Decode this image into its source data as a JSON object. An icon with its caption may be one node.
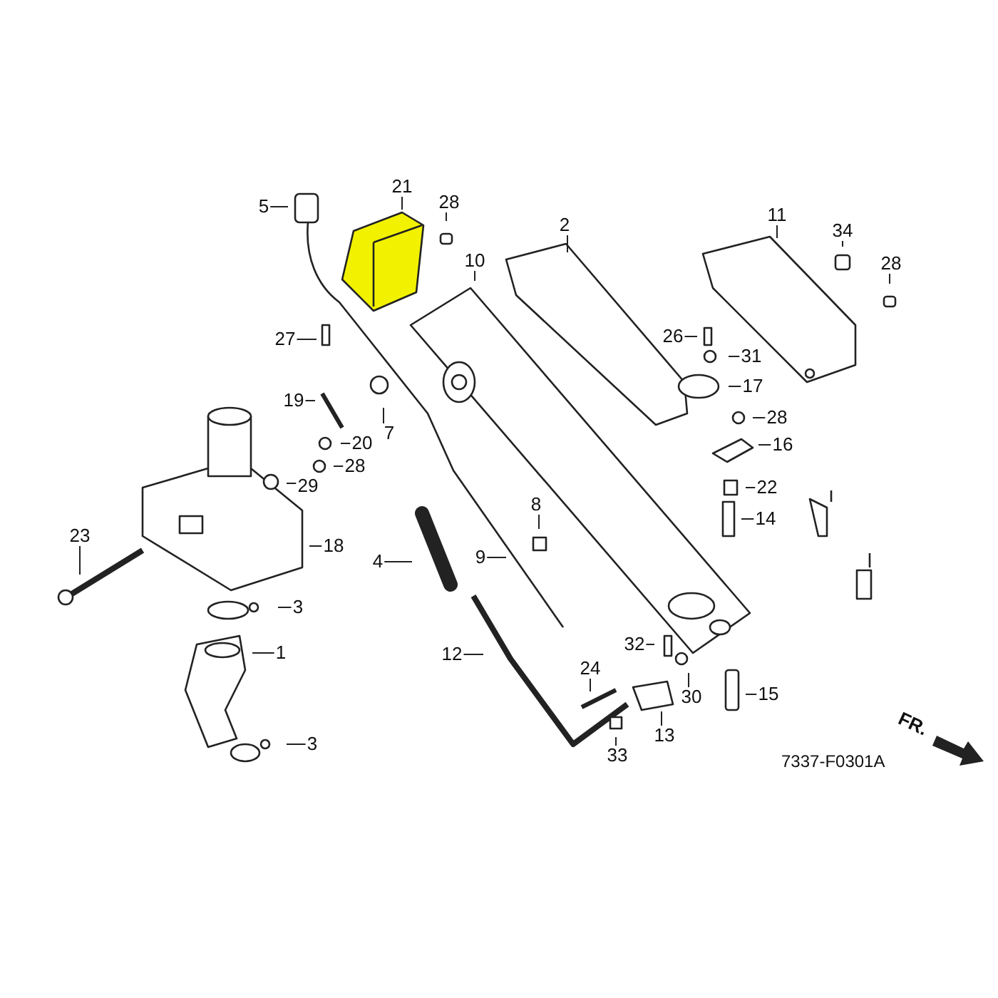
{
  "diagram": {
    "nodes": [
      {
        "text": [
          "21"
        ]
      },
      {
        "text": [
          "5"
        ]
      },
      {
        "text": [
          "28"
        ]
      },
      {
        "text": [
          "11"
        ]
      },
      {
        "text": [
          "2"
        ]
      },
      {
        "text": [
          "34"
        ]
      },
      {
        "text": [
          "10"
        ]
      },
      {
        "text": [
          "28"
        ]
      },
      {
        "text": [
          "27"
        ]
      },
      {
        "text": [
          "26"
        ]
      },
      {
        "text": [
          "31"
        ]
      },
      {
        "text": [
          "17"
        ]
      },
      {
        "text": [
          "19"
        ]
      },
      {
        "text": [
          "7"
        ]
      },
      {
        "text": [
          "28"
        ]
      },
      {
        "text": [
          "20"
        ]
      },
      {
        "text": [
          "16"
        ]
      },
      {
        "text": [
          "28"
        ]
      },
      {
        "text": [
          "29"
        ]
      },
      {
        "text": [
          "22"
        ]
      },
      {
        "text": [
          "8"
        ]
      },
      {
        "text": [
          "14"
        ]
      },
      {
        "text": [
          "23"
        ]
      },
      {
        "text": [
          "18"
        ]
      },
      {
        "text": [
          "9"
        ]
      },
      {
        "text": [
          "4"
        ]
      },
      {
        "text": [
          "3"
        ]
      },
      {
        "text": [
          "32"
        ]
      },
      {
        "text": [
          "1"
        ]
      },
      {
        "text": [
          "12"
        ]
      },
      {
        "text": [
          "24"
        ]
      },
      {
        "text": [
          "30"
        ]
      },
      {
        "text": [
          "15"
        ]
      },
      {
        "text": [
          "13"
        ]
      },
      {
        "text": [
          "3"
        ]
      },
      {
        "text": [
          "33"
        ]
      }
    ],
    "edges": [
      {
        "from": 0,
        "to": null,
        "arrow": "none"
      },
      {
        "from": 1,
        "to": null,
        "arrow": "none"
      },
      {
        "from": 2,
        "to": null,
        "arrow": "none"
      },
      {
        "from": 3,
        "to": null,
        "arrow": "none"
      },
      {
        "from": 4,
        "to": null,
        "arrow": "none"
      },
      {
        "from": 5,
        "to": null,
        "arrow": "none"
      },
      {
        "from": 6,
        "to": null,
        "arrow": "none"
      },
      {
        "from": 7,
        "to": null,
        "arrow": "none"
      },
      {
        "from": 8,
        "to": null,
        "arrow": "none"
      },
      {
        "from": 9,
        "to": null,
        "arrow": "none"
      },
      {
        "from": 10,
        "to": null,
        "arrow": "none"
      },
      {
        "from": 11,
        "to": null,
        "arrow": "none"
      },
      {
        "from": 12,
        "to": null,
        "arrow": "none"
      },
      {
        "from": 13,
        "to": null,
        "arrow": "none"
      },
      {
        "from": 14,
        "to": null,
        "arrow": "none"
      },
      {
        "from": 15,
        "to": null,
        "arrow": "none"
      },
      {
        "from": 16,
        "to": null,
        "arrow": "none"
      },
      {
        "from": 17,
        "to": null,
        "arrow": "none"
      },
      {
        "from": 18,
        "to": null,
        "arrow": "none"
      },
      {
        "from": 19,
        "to": null,
        "arrow": "none"
      },
      {
        "from": 20,
        "to": null,
        "arrow": "none"
      },
      {
        "from": 21,
        "to": null,
        "arrow": "none"
      },
      {
        "from": 22,
        "to": null,
        "arrow": "none"
      },
      {
        "from": 23,
        "to": null,
        "arrow": "none"
      },
      {
        "from": 24,
        "to": null,
        "arrow": "none"
      },
      {
        "from": 25,
        "to": null,
        "arrow": "none"
      },
      {
        "from": 26,
        "to": null,
        "arrow": "none"
      },
      {
        "from": 27,
        "to": null,
        "arrow": "none"
      },
      {
        "from": 28,
        "to": null,
        "arrow": "none"
      },
      {
        "from": 29,
        "to": null,
        "arrow": "none"
      },
      {
        "from": 30,
        "to": null,
        "arrow": "none"
      },
      {
        "from": 31,
        "to": null,
        "arrow": "none"
      },
      {
        "from": 32,
        "to": null,
        "arrow": "none"
      },
      {
        "from": 33,
        "to": null,
        "arrow": "none"
      },
      {
        "from": 34,
        "to": null,
        "arrow": "none"
      },
      {
        "from": 35,
        "to": null,
        "arrow": "none"
      }
    ],
    "labels": [
      "FR.",
      "7337-F0301A"
    ]
  }
}
